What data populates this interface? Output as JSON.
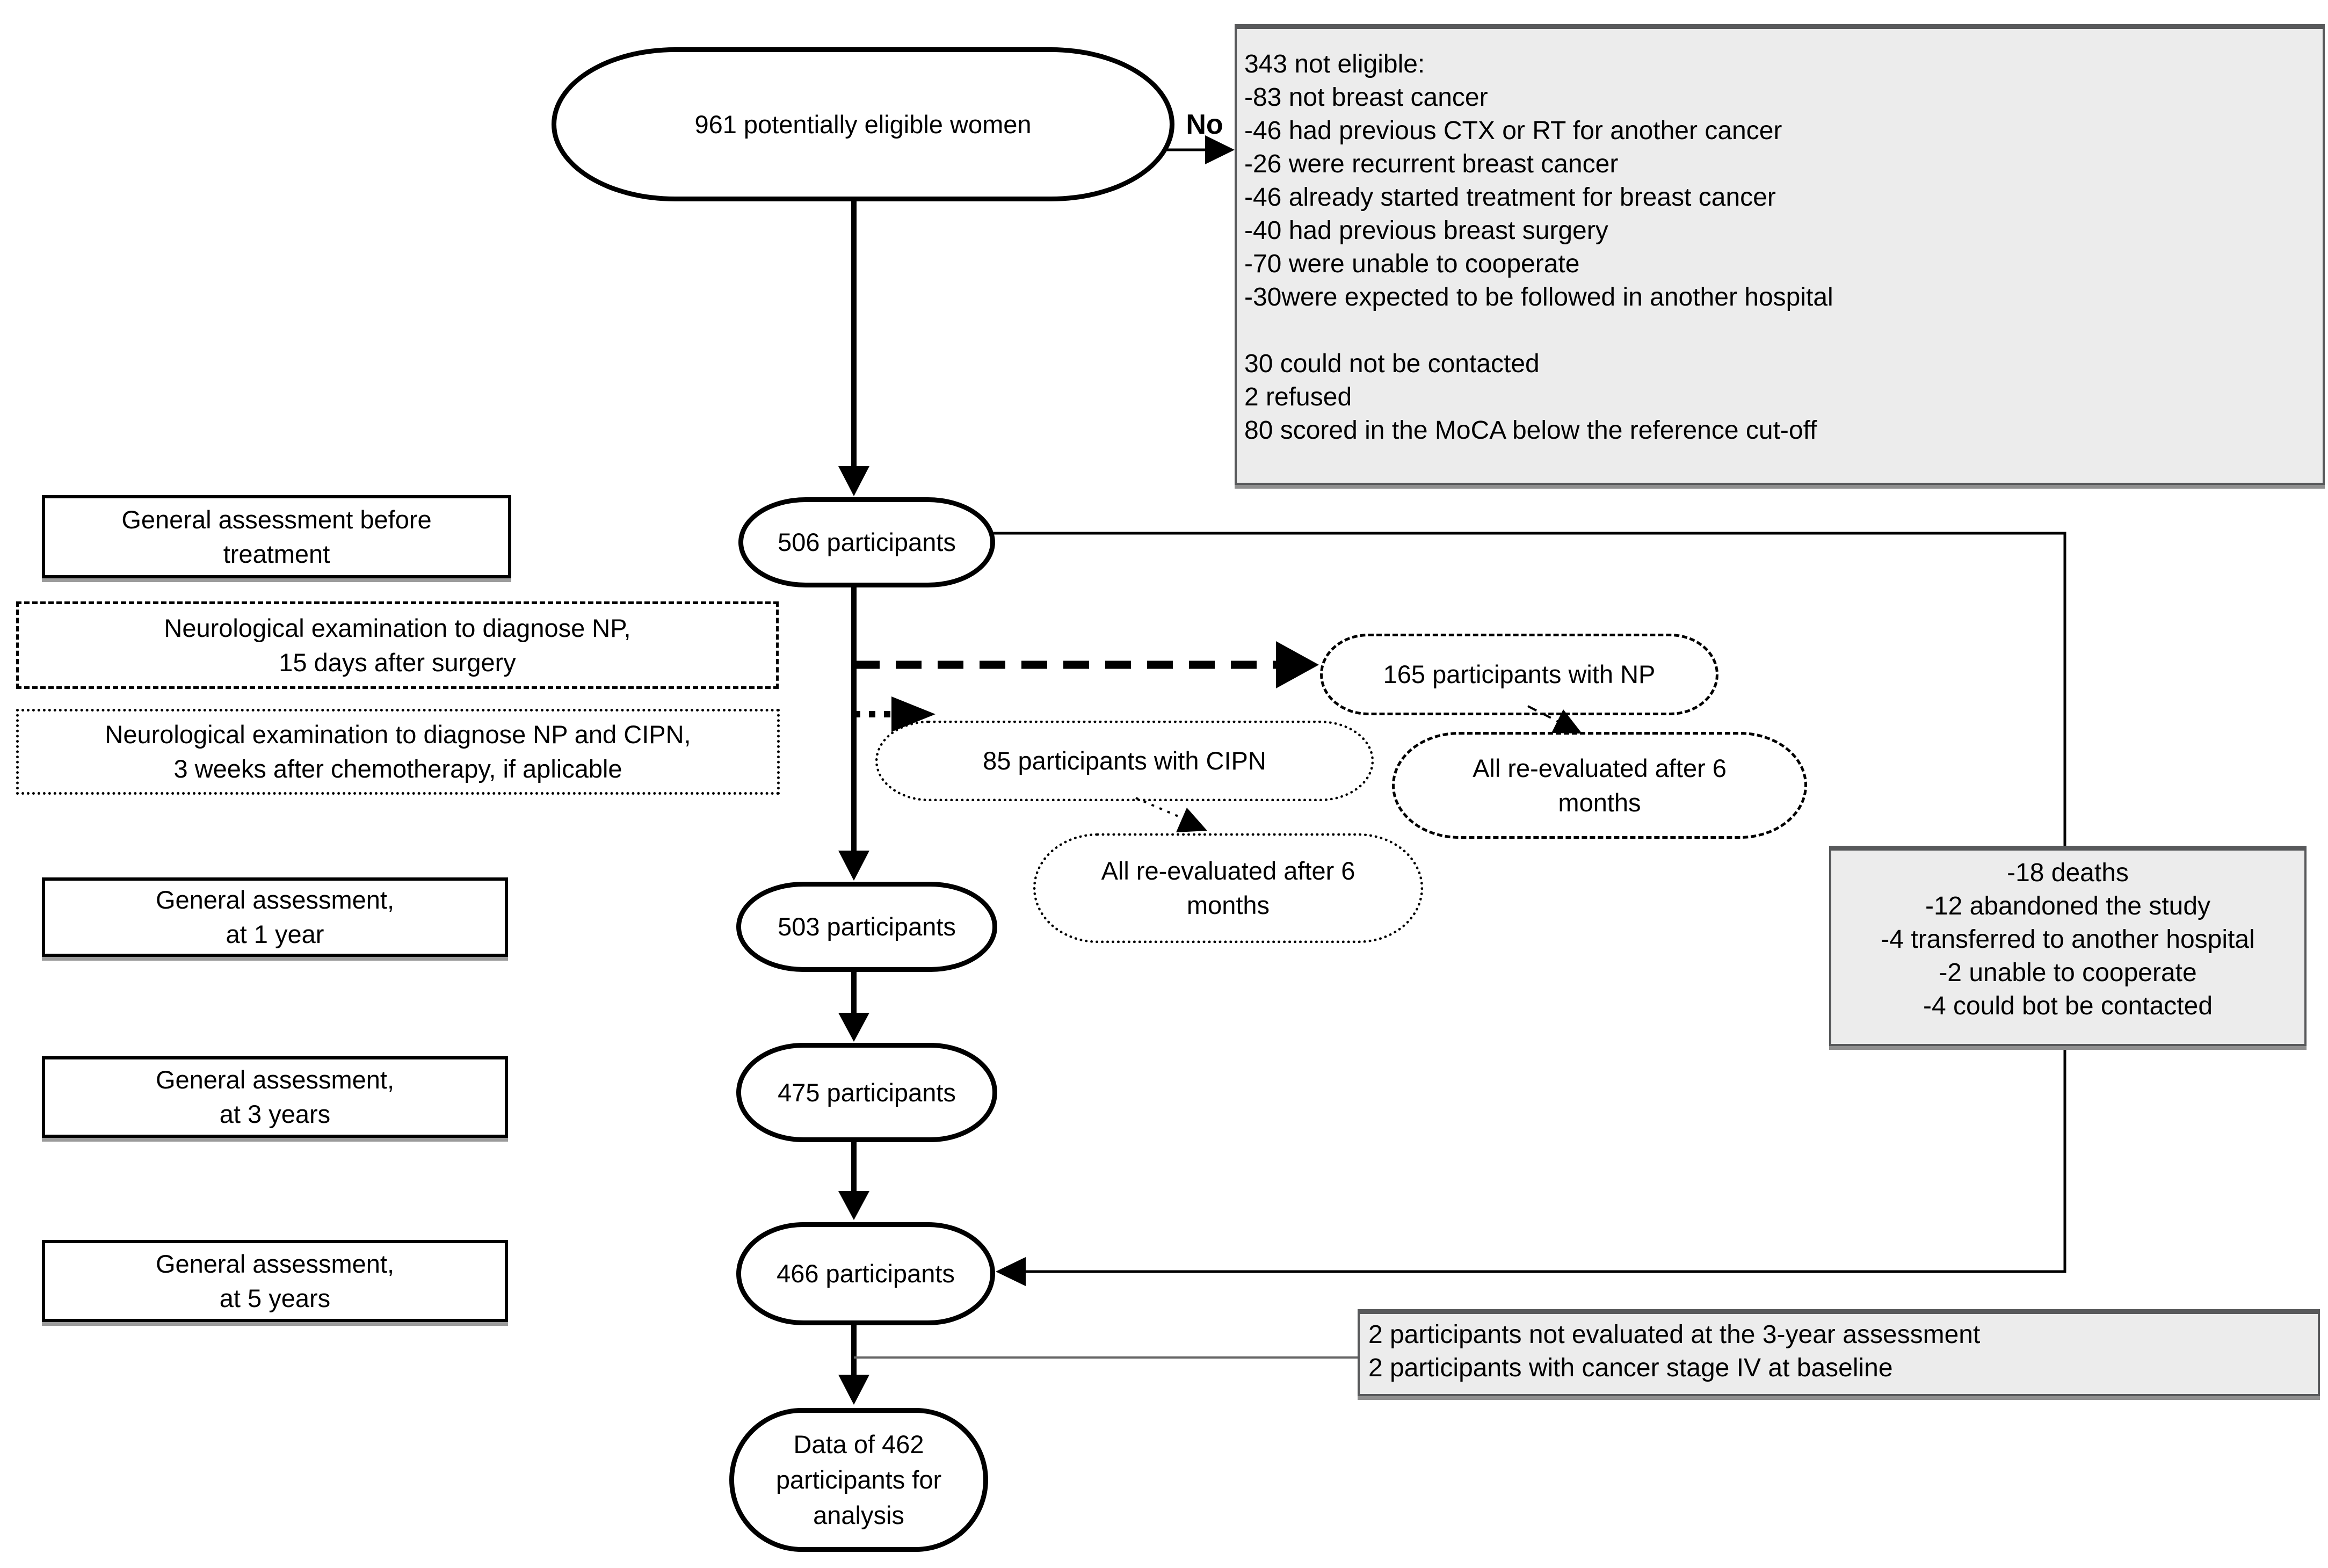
{
  "diagram": {
    "labels": {
      "no": "No"
    },
    "ovals": {
      "eligible": "961 potentially eligible women",
      "p506": "506 participants",
      "np165": "165 participants with NP",
      "cipn85": "85 participants with CIPN",
      "reeval_np": "All re-evaluated after 6\nmonths",
      "reeval_cipn": "All re-evaluated after 6\nmonths",
      "p503": "503 participants",
      "p475": "475 participants",
      "p466": "466 participants",
      "analysis": "Data of 462\nparticipants for\nanalysis"
    },
    "side_boxes": {
      "before_treatment": "General assessment before\ntreatment",
      "neuro_np": "Neurological examination to diagnose NP,\n15 days after surgery",
      "neuro_cipn": "Neurological examination to diagnose NP and CIPN,\n3 weeks after chemotherapy, if aplicable",
      "year1": "General assessment,\nat 1 year",
      "year3": "General assessment,\nat 3 years",
      "year5": "General assessment,\nat 5 years"
    },
    "gray_boxes": {
      "not_eligible": "343 not eligible:\n-83 not breast cancer\n-46 had previous CTX or RT for another cancer\n-26 were recurrent breast cancer\n-46 already started treatment for breast cancer\n-40 had previous breast surgery\n-70 were unable to cooperate\n-30were expected to be followed in another hospital\n\n30 could not be contacted\n2 refused\n80 scored in the MoCA below the reference cut-off",
      "withdrawn": "-18 deaths\n-12 abandoned the study\n-4 transferred to another hospital\n-2 unable to cooperate\n-4 could bot be contacted",
      "excluded": "2 participants not evaluated at the 3-year assessment\n2 participants with cancer stage IV at baseline"
    },
    "colors": {
      "gray_box_fill": "#ececec",
      "gray_box_border": "#58595b",
      "line": "#000000",
      "thin_connector_gray": "#666666"
    }
  }
}
